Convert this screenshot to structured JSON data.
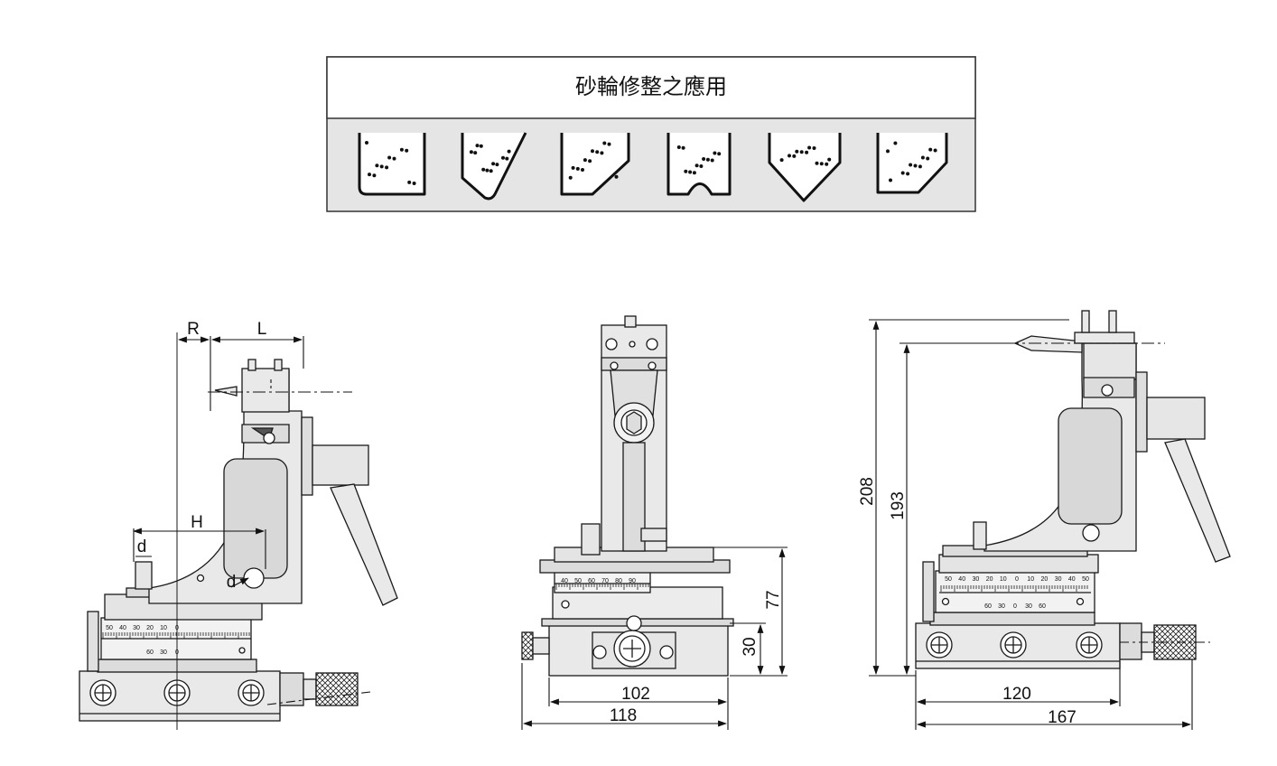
{
  "table": {
    "title": "砂輪修整之應用",
    "profiles": [
      "square",
      "angled",
      "taper",
      "notched",
      "v-point",
      "chamfer"
    ]
  },
  "left_view": {
    "labels": {
      "R": "R",
      "L": "L",
      "H": "H",
      "d1": "d",
      "d2": "d"
    },
    "scale_top": [
      "50",
      "40",
      "30",
      "20",
      "10",
      "0"
    ],
    "scale_bottom": [
      "60",
      "30",
      "0"
    ]
  },
  "middle_view": {
    "scale": [
      "40",
      "50",
      "60",
      "70",
      "80",
      "90"
    ],
    "dims": {
      "height_77": "77",
      "height_30": "30",
      "width_102": "102",
      "width_118": "118"
    }
  },
  "right_view": {
    "scale_top": [
      "50",
      "40",
      "30",
      "20",
      "10",
      "0",
      "10",
      "20",
      "30",
      "40",
      "50"
    ],
    "scale_bottom": [
      "60",
      "30",
      "0",
      "30",
      "60"
    ],
    "dims": {
      "height_208": "208",
      "height_193": "193",
      "width_120": "120",
      "width_167": "167"
    }
  },
  "colors": {
    "line": "#1a1a1a",
    "part_fill": "#e9e9e9",
    "part_fill_dark": "#d4d4d4",
    "table_fill": "#e5e5e5"
  }
}
